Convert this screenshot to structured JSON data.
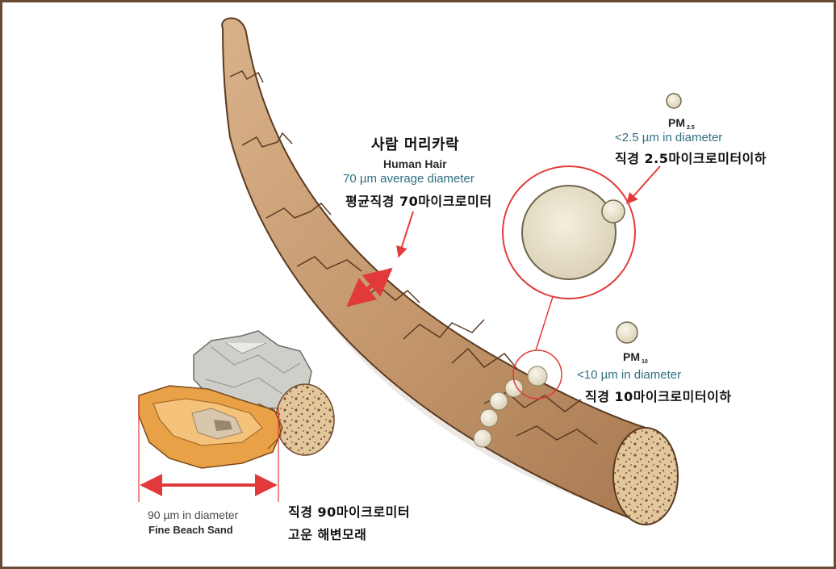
{
  "colors": {
    "frame": "#6b4a33",
    "hair": "#c79b72",
    "hair_dark": "#6e4a2f",
    "pointer": "#e23a3a",
    "particle": "#e9e3cf",
    "sand_orange": "#e39a3a",
    "rock_gray": "#c9c9c4",
    "caption_teal": "#2f6f80"
  },
  "hair": {
    "title_kr": "사람 머리카락",
    "title_en": "Human Hair",
    "size_en": "70 µm average diameter",
    "size_kr": "평균직경 70마이크로미터"
  },
  "pm25": {
    "name": "PM",
    "sub": "2.5",
    "size_en": "<2.5  µm in diameter",
    "size_kr": "직경 2.5마이크로미터이하"
  },
  "pm10": {
    "name": "PM",
    "sub": "10",
    "size_en": "<10  µm in diameter",
    "size_kr": "직경 10마이크로미터이하"
  },
  "sand": {
    "size_en": "90 µm in diameter",
    "title_en": "Fine Beach Sand",
    "size_kr": "직경 90마이크로미터",
    "title_kr": "고운 해변모래"
  }
}
